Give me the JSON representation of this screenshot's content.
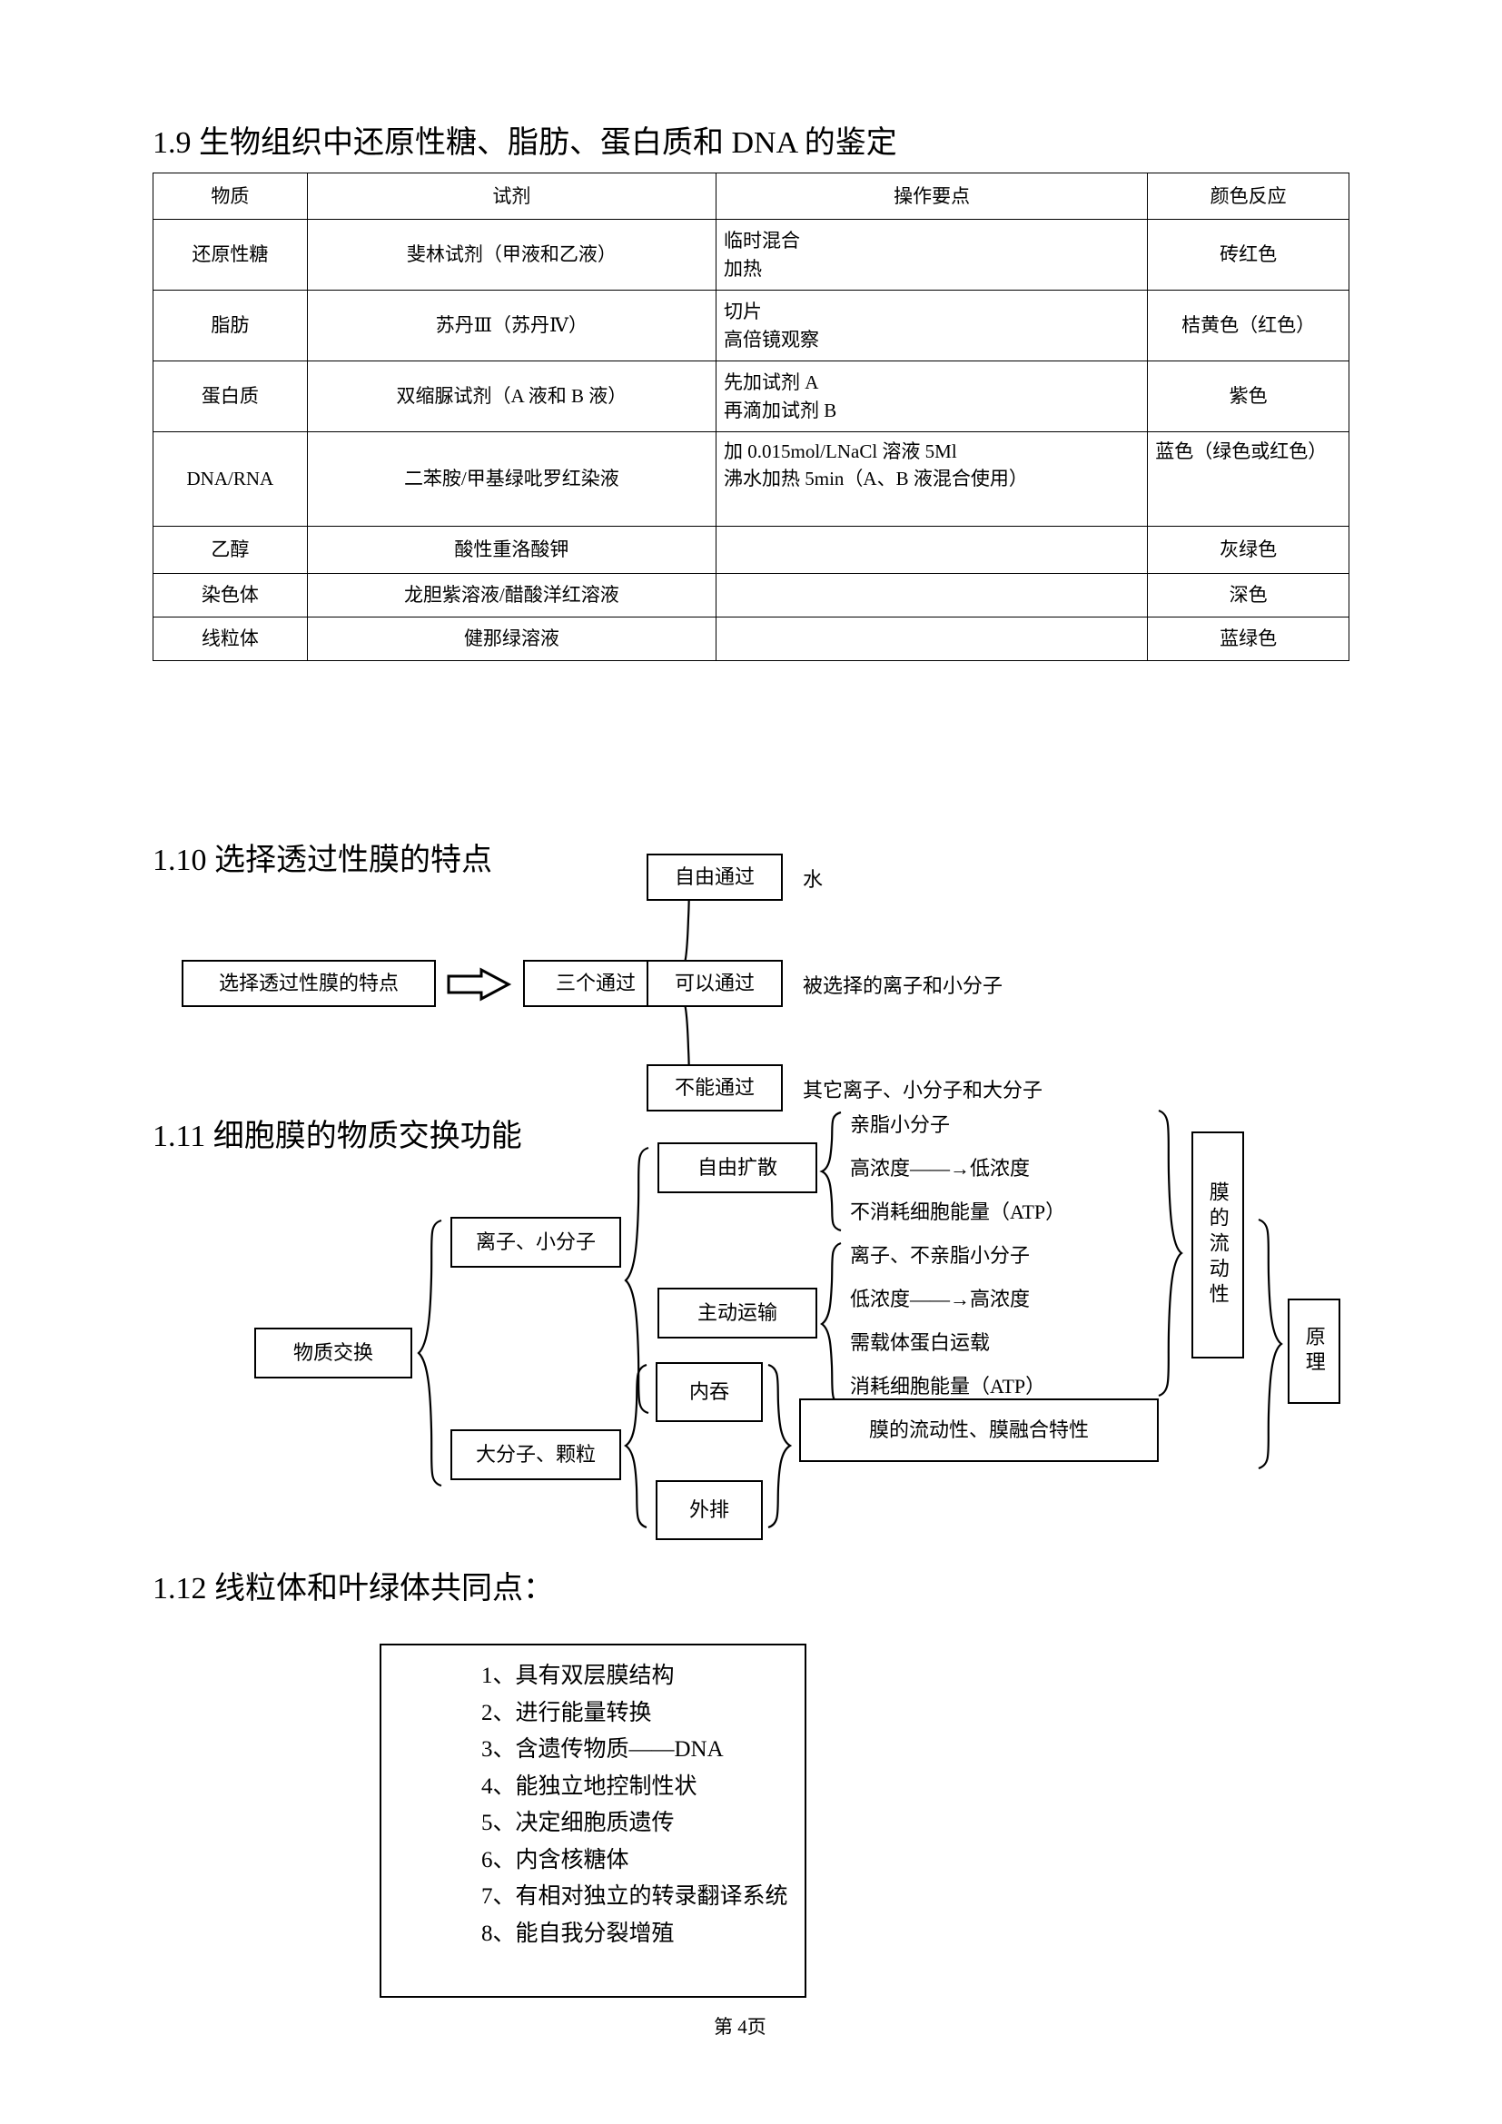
{
  "sections": {
    "s19": {
      "heading": "1.9 生物组织中还原性糖、脂肪、蛋白质和 DNA 的鉴定",
      "table": {
        "columns": [
          "物质",
          "试剂",
          "操作要点",
          "颜色反应"
        ],
        "rows": [
          {
            "substance": "还原性糖",
            "reagent": "斐林试剂（甲液和乙液）",
            "operation": [
              "临时混合",
              "加热"
            ],
            "color": "砖红色"
          },
          {
            "substance": "脂肪",
            "reagent": "苏丹Ⅲ（苏丹Ⅳ）",
            "operation": [
              "切片",
              "高倍镜观察"
            ],
            "color": "桔黄色（红色）"
          },
          {
            "substance": "蛋白质",
            "reagent": "双缩脲试剂（A 液和 B 液）",
            "operation": [
              "先加试剂 A",
              "再滴加试剂 B"
            ],
            "color": "紫色"
          },
          {
            "substance": "DNA/RNA",
            "reagent": "二苯胺/甲基绿吡罗红染液",
            "operation": [
              "加 0.015mol/LNaCl 溶液 5Ml",
              "沸水加热 5min（A、B 液混合使用）"
            ],
            "color": "蓝色（绿色或红色）"
          },
          {
            "substance": "乙醇",
            "reagent": "酸性重洛酸钾",
            "operation": [],
            "color": "灰绿色"
          },
          {
            "substance": "染色体",
            "reagent": "龙胆紫溶液/醋酸洋红溶液",
            "operation": [],
            "color": "深色"
          },
          {
            "substance": "线粒体",
            "reagent": "健那绿溶液",
            "operation": [],
            "color": "蓝绿色"
          }
        ]
      }
    },
    "s110": {
      "heading": "1.10 选择透过性膜的特点",
      "root": "选择透过性膜的特点",
      "hub": "三个通过",
      "branches": [
        {
          "box": "自由通过",
          "note": "水"
        },
        {
          "box": "可以通过",
          "note": "被选择的离子和小分子"
        },
        {
          "box": "不能通过",
          "note": "其它离子、小分子和大分子"
        }
      ]
    },
    "s111": {
      "heading": "1.11 细胞膜的物质交换功能",
      "root": "物质交换",
      "branch_small": "离子、小分子",
      "branch_large": "大分子、颗粒",
      "free_diffusion": {
        "box": "自由扩散",
        "lines": [
          "亲脂小分子",
          "高浓度——→低浓度",
          "不消耗细胞能量（ATP）"
        ]
      },
      "active_transport": {
        "box": "主动运输",
        "lines": [
          "离子、不亲脂小分子",
          "低浓度——→高浓度",
          "需载体蛋白运载",
          "消耗细胞能量（ATP）"
        ]
      },
      "endocytosis": "内吞",
      "exocytosis": "外排",
      "membrane_property": "膜的流动性、膜融合特性",
      "fluidity": "膜的流动性",
      "principle": "原理"
    },
    "s112": {
      "heading": "1.12 线粒体和叶绿体共同点：",
      "items": [
        "1、具有双层膜结构",
        "2、进行能量转换",
        "3、含遗传物质——DNA",
        "4、能独立地控制性状",
        "5、决定细胞质遗传",
        "6、内含核糖体",
        "7、有相对独立的转录翻译系统",
        "8、能自我分裂增殖"
      ]
    }
  },
  "footer": "第 4页"
}
